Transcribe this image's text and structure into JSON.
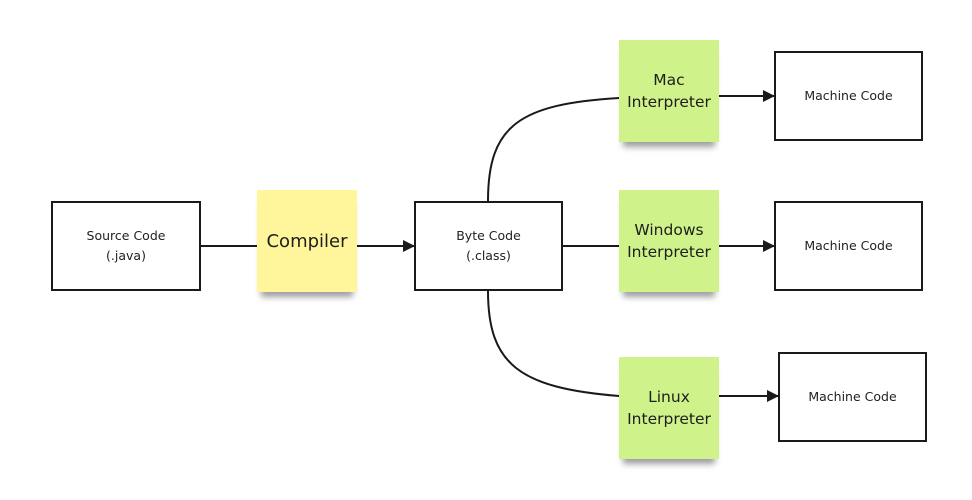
{
  "colors": {
    "compiler_note": "#fff59a",
    "interpreter_note": "#cff28a",
    "stroke": "#1a1a1a"
  },
  "source": {
    "line1": "Source Code",
    "line2": "(.java)"
  },
  "compiler": {
    "label": "Compiler"
  },
  "bytecode": {
    "line1": "Byte Code",
    "line2": "(.class)"
  },
  "interpreters": {
    "mac": {
      "line1": "Mac",
      "line2": "Interpreter"
    },
    "windows": {
      "line1": "Windows",
      "line2": "Interpreter"
    },
    "linux": {
      "line1": "Linux",
      "line2": "Interpreter"
    }
  },
  "outputs": {
    "mac": {
      "label": "Machine Code"
    },
    "windows": {
      "label": "Machine Code"
    },
    "linux": {
      "label": "Machine Code"
    }
  }
}
